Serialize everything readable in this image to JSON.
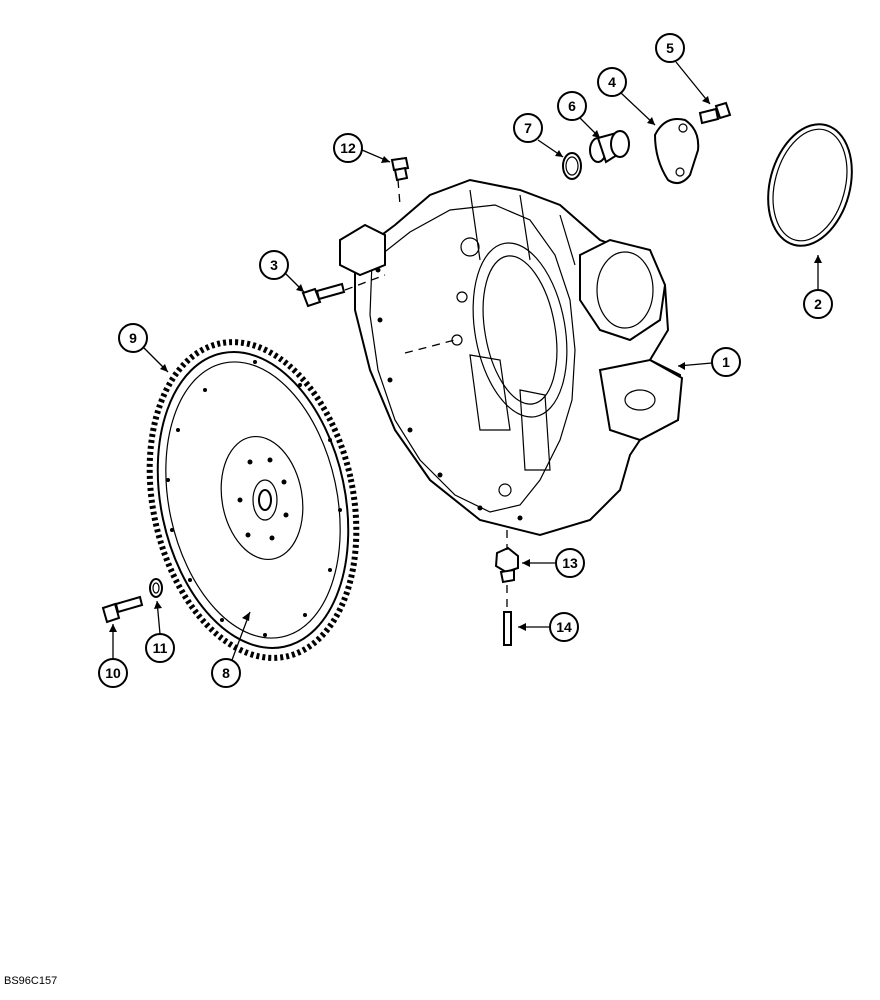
{
  "diagram": {
    "figure_code": "BS96C157",
    "callouts": [
      {
        "label": "1",
        "part": "flywheel-housing"
      },
      {
        "label": "2",
        "part": "o-ring-seal"
      },
      {
        "label": "3",
        "part": "housing-bolt"
      },
      {
        "label": "4",
        "part": "cover-plate"
      },
      {
        "label": "5",
        "part": "cover-bolt"
      },
      {
        "label": "6",
        "part": "plug"
      },
      {
        "label": "7",
        "part": "o-ring"
      },
      {
        "label": "8",
        "part": "flywheel"
      },
      {
        "label": "9",
        "part": "ring-gear"
      },
      {
        "label": "10",
        "part": "flywheel-bolt"
      },
      {
        "label": "11",
        "part": "washer"
      },
      {
        "label": "12",
        "part": "plug-fitting"
      },
      {
        "label": "13",
        "part": "drain-fitting"
      },
      {
        "label": "14",
        "part": "pin"
      }
    ]
  }
}
